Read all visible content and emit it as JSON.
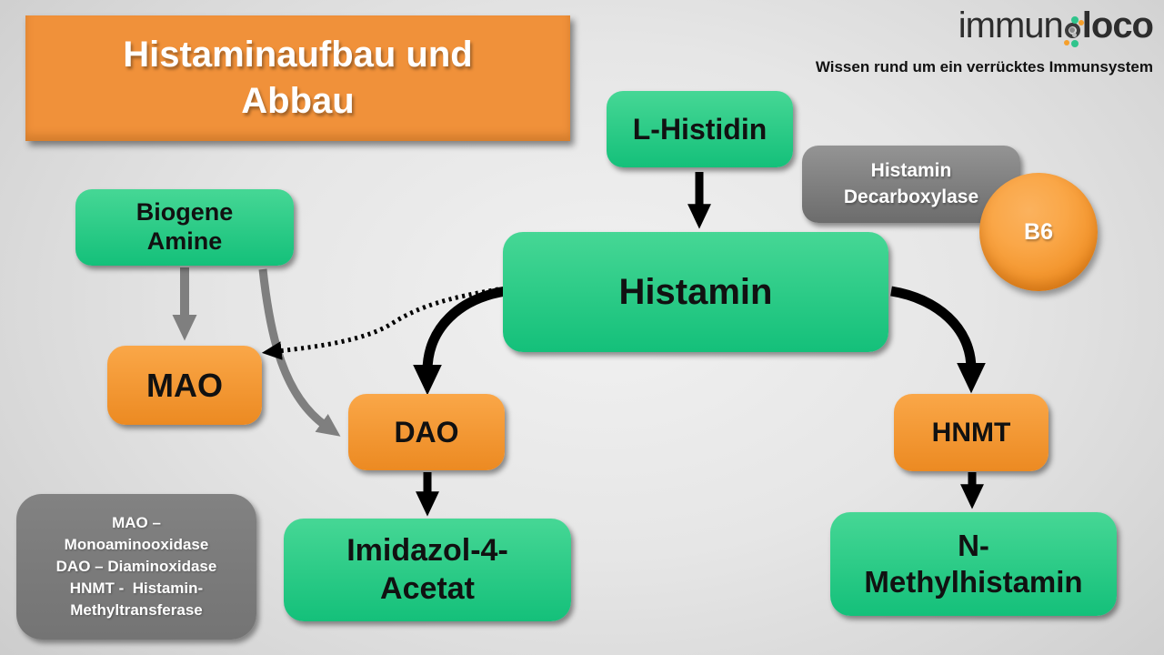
{
  "slide": {
    "title_lines": [
      "Histaminaufbau und",
      "Abbau"
    ]
  },
  "brand": {
    "name_prefix": "immun",
    "name_suffix": "loco",
    "tagline": "Wissen rund um ein verrücktes Immunsystem"
  },
  "nodes": {
    "l_histidin": {
      "label": "L-Histidin"
    },
    "histamin": {
      "label": "Histamin"
    },
    "biogene_amine": {
      "lines": [
        "Biogene",
        "Amine"
      ]
    },
    "histamin_decarboxylase": {
      "lines": [
        "Histamin",
        "Decarboxylase"
      ]
    },
    "b6": {
      "label": "B6"
    },
    "mao": {
      "label": "MAO"
    },
    "dao": {
      "label": "DAO"
    },
    "hnmt": {
      "label": "HNMT"
    },
    "imidazol_4_acetat": {
      "lines": [
        "Imidazol-4-",
        "Acetat"
      ]
    },
    "n_methylhistamin": {
      "lines": [
        "N-",
        "Methylhistamin"
      ]
    }
  },
  "legend": {
    "lines": [
      "MAO –",
      "Monoaminooxidase",
      "DAO – Diaminoxidase",
      "HNMT -  Histamin-",
      "Methyltransferase"
    ]
  },
  "colors": {
    "green-top": "#46d795",
    "green-bottom": "#14c07a",
    "orange-top": "#faa748",
    "orange-bottom": "#ec8a22",
    "title-orange": "#f0913a",
    "gray-top": "#949494",
    "gray-bottom": "#6c6c6c",
    "legend-gray": "#747474",
    "arrow-black": "#000000",
    "arrow-gray": "#7f7f7f",
    "logo-green": "#2fc48c",
    "logo-orange": "#f59f2b",
    "logo-dark": "#3b3b3b"
  }
}
